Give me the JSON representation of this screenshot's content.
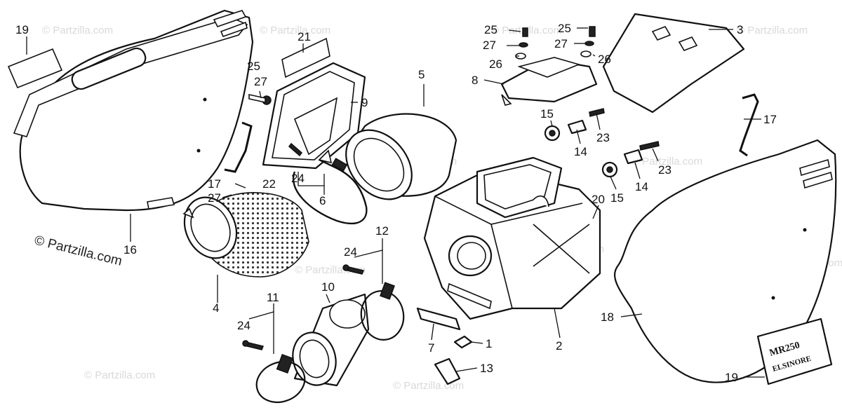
{
  "watermark_text": "© Partzilla.com",
  "copyright_text": "© Partzilla.com",
  "decal_lines": [
    "MR250",
    "ELSINORE"
  ],
  "callouts": [
    {
      "id": "c19a",
      "label": "19"
    },
    {
      "id": "c16",
      "label": "16"
    },
    {
      "id": "c21",
      "label": "21"
    },
    {
      "id": "c25a",
      "label": "25"
    },
    {
      "id": "c27a",
      "label": "27"
    },
    {
      "id": "c9",
      "label": "9"
    },
    {
      "id": "c24a",
      "label": "24"
    },
    {
      "id": "c6",
      "label": "6"
    },
    {
      "id": "c17a",
      "label": "17"
    },
    {
      "id": "c22",
      "label": "22"
    },
    {
      "id": "c27b",
      "label": "27"
    },
    {
      "id": "c4",
      "label": "4"
    },
    {
      "id": "c5",
      "label": "5"
    },
    {
      "id": "c12",
      "label": "12"
    },
    {
      "id": "c24b",
      "label": "24"
    },
    {
      "id": "c10",
      "label": "10"
    },
    {
      "id": "c11",
      "label": "11"
    },
    {
      "id": "c24c",
      "label": "24"
    },
    {
      "id": "c25b",
      "label": "25"
    },
    {
      "id": "c27c",
      "label": "27"
    },
    {
      "id": "c26a",
      "label": "26"
    },
    {
      "id": "c8",
      "label": "8"
    },
    {
      "id": "c25c",
      "label": "25"
    },
    {
      "id": "c27d",
      "label": "27"
    },
    {
      "id": "c26b",
      "label": "26"
    },
    {
      "id": "c3",
      "label": "3"
    },
    {
      "id": "c15a",
      "label": "15"
    },
    {
      "id": "c14a",
      "label": "14"
    },
    {
      "id": "c23a",
      "label": "23"
    },
    {
      "id": "c17b",
      "label": "17"
    },
    {
      "id": "c23b",
      "label": "23"
    },
    {
      "id": "c14b",
      "label": "14"
    },
    {
      "id": "c15b",
      "label": "15"
    },
    {
      "id": "c20",
      "label": "20"
    },
    {
      "id": "c18",
      "label": "18"
    },
    {
      "id": "c7",
      "label": "7"
    },
    {
      "id": "c1",
      "label": "1"
    },
    {
      "id": "c13",
      "label": "13"
    },
    {
      "id": "c2",
      "label": "2"
    },
    {
      "id": "c19b",
      "label": "19"
    }
  ]
}
